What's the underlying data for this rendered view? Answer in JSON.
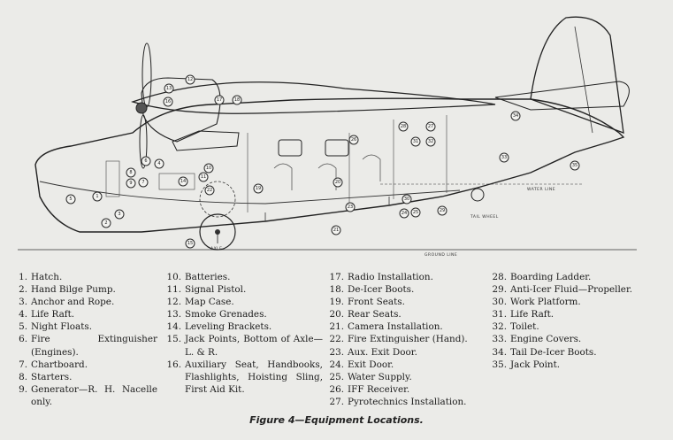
{
  "figure": {
    "caption": "Figure 4—Equipment Locations.",
    "labels": {
      "water_line": "WATER LINE",
      "ground_line": "GROUND LINE",
      "tail_wheel": "TAIL WHEEL",
      "axle": "AXLE"
    },
    "callouts": [
      "1",
      "2",
      "3",
      "4",
      "5",
      "6",
      "7",
      "8",
      "9",
      "10",
      "11",
      "12",
      "13",
      "14",
      "15",
      "16",
      "17",
      "18",
      "19",
      "20",
      "21",
      "22",
      "23",
      "24",
      "25",
      "26",
      "27",
      "28",
      "29",
      "30",
      "31",
      "32",
      "33",
      "34",
      "35"
    ]
  },
  "legend": {
    "columns": [
      [
        {
          "num": "1.",
          "text": "Hatch."
        },
        {
          "num": "2.",
          "text": "Hand Bilge Pump."
        },
        {
          "num": "3.",
          "text": "Anchor and Rope."
        },
        {
          "num": "4.",
          "text": "Life Raft."
        },
        {
          "num": "5.",
          "text": "Night Floats."
        },
        {
          "num": "6.",
          "text": "Fire Extinguisher (Engines)."
        },
        {
          "num": "7.",
          "text": "Chartboard."
        },
        {
          "num": "8.",
          "text": "Starters."
        },
        {
          "num": "9.",
          "text": "Generator—R. H. Nacelle only."
        }
      ],
      [
        {
          "num": "10.",
          "text": "Batteries."
        },
        {
          "num": "11.",
          "text": "Signal Pistol."
        },
        {
          "num": "12.",
          "text": "Map Case."
        },
        {
          "num": "13.",
          "text": "Smoke Grenades."
        },
        {
          "num": "14.",
          "text": "Leveling Brackets."
        },
        {
          "num": "15.",
          "text": "Jack Points, Bottom of Axle—L. & R."
        },
        {
          "num": "16.",
          "text": "Auxiliary Seat, Handbooks, Flashlights, Hoisting Sling, First Aid Kit."
        }
      ],
      [
        {
          "num": "17.",
          "text": "Radio Installation."
        },
        {
          "num": "18.",
          "text": "De-Icer Boots."
        },
        {
          "num": "19.",
          "text": "Front Seats."
        },
        {
          "num": "20.",
          "text": "Rear Seats."
        },
        {
          "num": "21.",
          "text": "Camera Installation."
        },
        {
          "num": "22.",
          "text": "Fire Extinguisher (Hand)."
        },
        {
          "num": "23.",
          "text": "Aux. Exit Door."
        },
        {
          "num": "24.",
          "text": "Exit Door."
        },
        {
          "num": "25.",
          "text": "Water Supply."
        },
        {
          "num": "26.",
          "text": "IFF Receiver."
        },
        {
          "num": "27.",
          "text": "Pyrotechnics Installation."
        }
      ],
      [
        {
          "num": "28.",
          "text": "Boarding Ladder."
        },
        {
          "num": "29.",
          "text": "Anti-Icer Fluid—Propeller."
        },
        {
          "num": "30.",
          "text": "Work Platform."
        },
        {
          "num": "31.",
          "text": "Life Raft."
        },
        {
          "num": "32.",
          "text": "Toilet."
        },
        {
          "num": "33.",
          "text": "Engine Covers."
        },
        {
          "num": "34.",
          "text": "Tail De-Icer Boots."
        },
        {
          "num": "35.",
          "text": "Jack Point."
        }
      ]
    ]
  }
}
